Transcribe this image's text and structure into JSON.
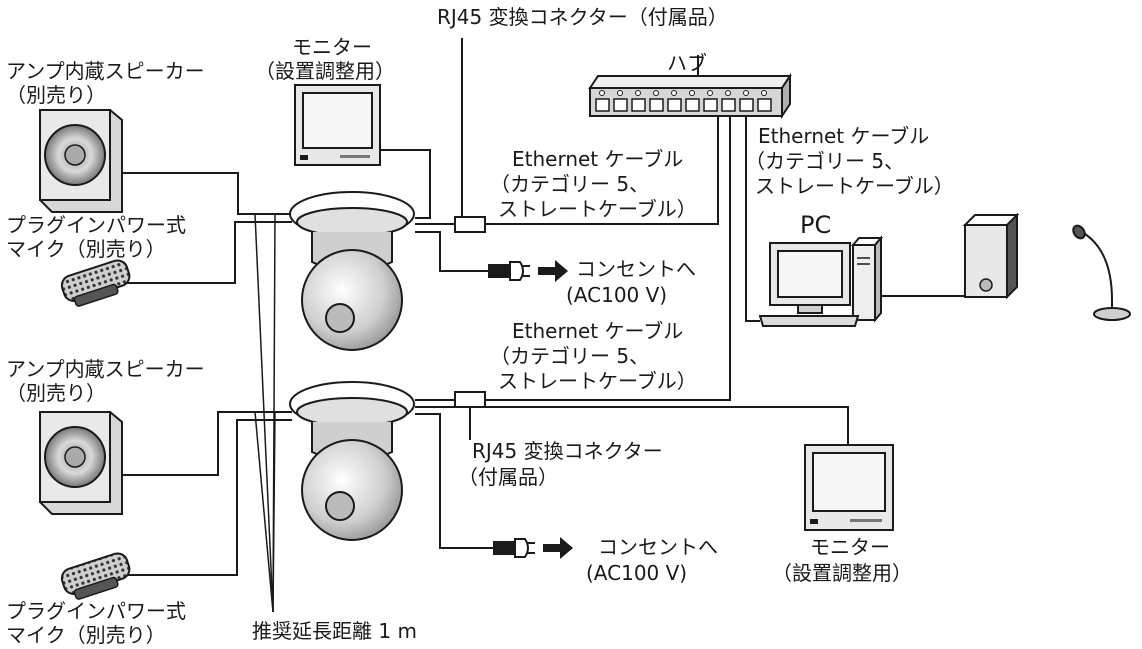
{
  "labels": {
    "rj45_top": "RJ45 変換コネクター（付属品）",
    "monitor_top_1": "モニター",
    "monitor_top_2": "（設置調整用）",
    "hub": "ハブ",
    "speaker_top_1": "アンプ内蔵スピーカー",
    "speaker_top_2": "（別売り）",
    "mic_top_1": "プラグインパワー式",
    "mic_top_2": "マイク（別売り）",
    "eth_top_1": "Ethernet ケーブル",
    "eth_top_2": "（カテゴリー 5、",
    "eth_top_3": "ストレートケーブル）",
    "eth_right_1": "Ethernet ケーブル",
    "eth_right_2": "（カテゴリー 5、",
    "eth_right_3": "ストレートケーブル）",
    "pc": "PC",
    "outlet_top_1": "コンセントへ",
    "outlet_top_2": "(AC100 V)",
    "eth_mid_1": "Ethernet ケーブル",
    "eth_mid_2": "（カテゴリー 5、",
    "eth_mid_3": "ストレートケーブル）",
    "speaker_bot_1": "アンプ内蔵スピーカー",
    "speaker_bot_2": "（別売り）",
    "rj45_bot_1": "RJ45 変換コネクター",
    "rj45_bot_2": "（付属品）",
    "outlet_bot_1": "コンセントへ",
    "outlet_bot_2": "(AC100 V)",
    "monitor_bot_1": "モニター",
    "monitor_bot_2": "（設置調整用）",
    "mic_bot_1": "プラグインパワー式",
    "mic_bot_2": "マイク（別売り）",
    "distance": "推奨延長距離 1 m"
  },
  "colors": {
    "line": "#1a1a1a",
    "device_fill": "#e6e6e6",
    "device_dark": "#9a9a9a",
    "screen": "#f4f4f4"
  }
}
